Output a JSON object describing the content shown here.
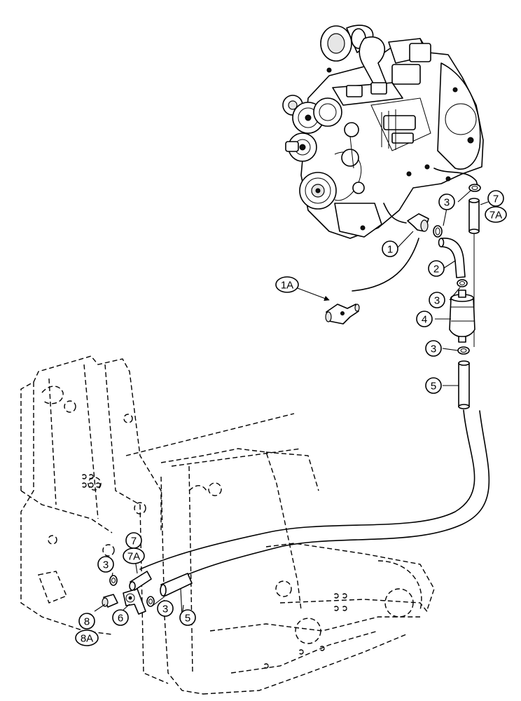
{
  "callouts": {
    "c1": "1",
    "c1a": "1A",
    "c2": "2",
    "c3": "3",
    "c4": "4",
    "c5": "5",
    "c6": "6",
    "c7": "7",
    "c7a": "7A",
    "c8": "8",
    "c8a": "8A"
  }
}
